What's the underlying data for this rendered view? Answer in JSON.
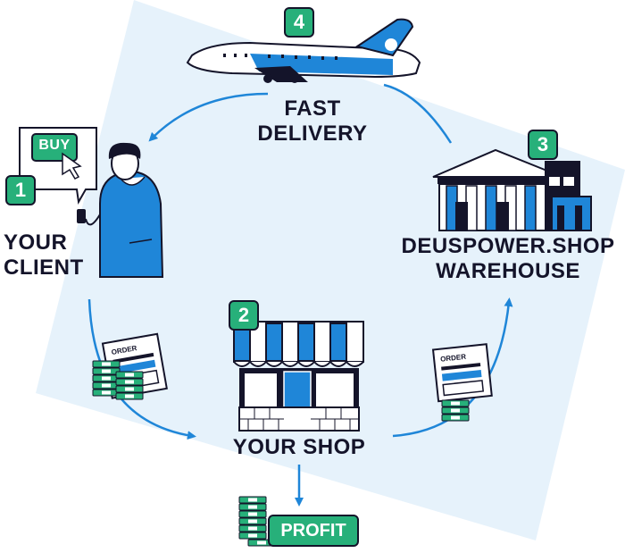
{
  "steps": {
    "client": {
      "number": "1",
      "line1": "YOUR",
      "line2": "CLIENT"
    },
    "shop": {
      "number": "2",
      "label": "YOUR SHOP"
    },
    "warehouse": {
      "number": "3",
      "line1": "DEUSPOWER.SHOP",
      "line2": "WAREHOUSE"
    },
    "delivery": {
      "number": "4",
      "line1": "FAST",
      "line2": "DELIVERY"
    }
  },
  "buy_label": "BUY",
  "order_label": "ORDER",
  "profit_label": "PROFIT",
  "colors": {
    "green": "#27b07a",
    "blue": "#1f86d8",
    "dark": "#14142a",
    "background": "#e6f2fb"
  }
}
